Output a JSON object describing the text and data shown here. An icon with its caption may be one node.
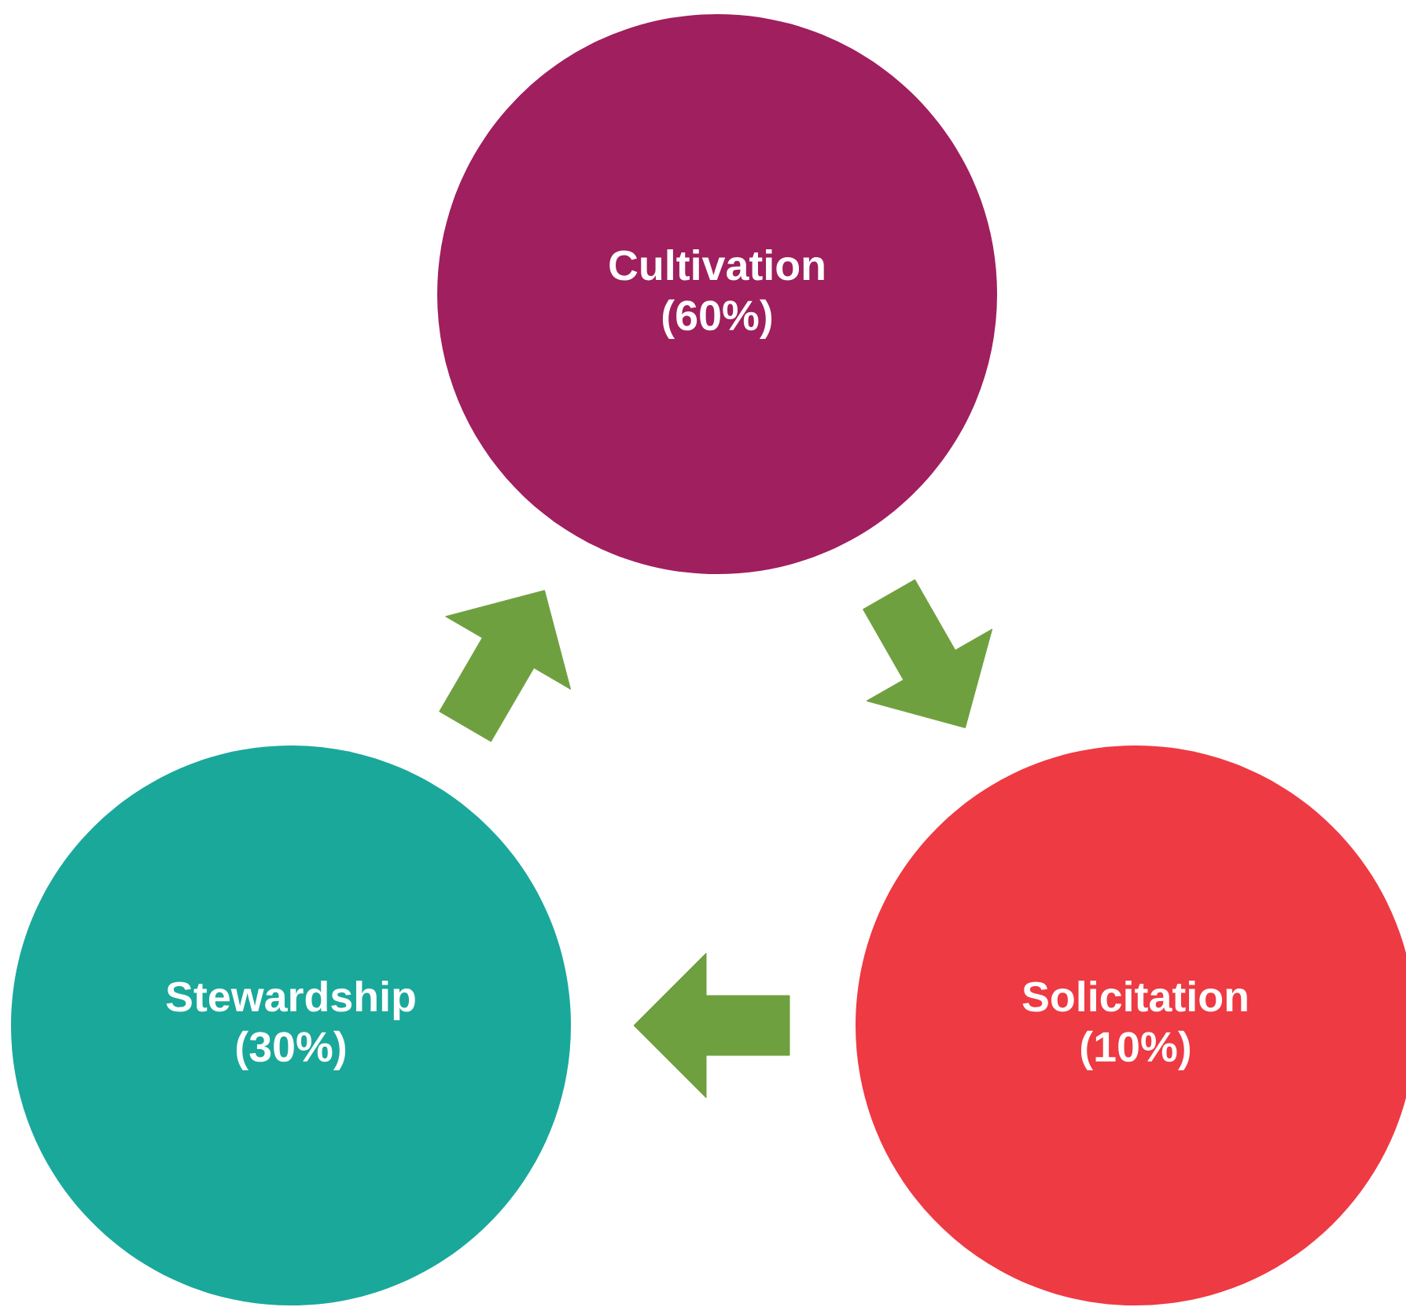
{
  "diagram": {
    "nodes": [
      {
        "text": [
          "Cultivation (60%)"
        ]
      },
      {
        "text": [
          "Stewardship (30%)"
        ]
      },
      {
        "text": [
          "Solicitation (10%)"
        ]
      }
    ],
    "edges": [
      {
        "from": 0,
        "to": 2,
        "arrow": "to"
      },
      {
        "from": 2,
        "to": 1,
        "arrow": "to"
      },
      {
        "from": 1,
        "to": 0,
        "arrow": "to"
      }
    ]
  }
}
